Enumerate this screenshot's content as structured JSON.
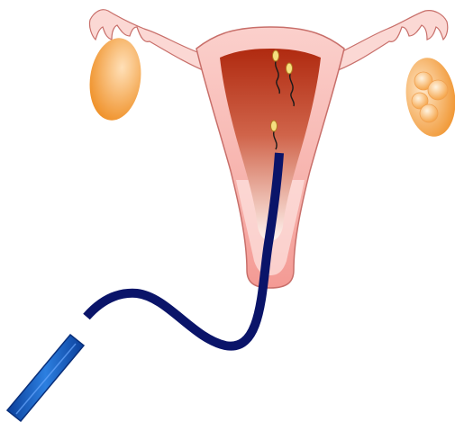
{
  "diagram": {
    "colors": {
      "background": "#ffffff",
      "uterus_outer": "#f7b3ad",
      "uterus_outline": "#c86f6a",
      "uterus_inner_light": "#fde6e3",
      "cavity_top": "#b02a10",
      "cavity_bottom": "#fff4f0",
      "ovary_light": "#ffe0b8",
      "ovary_dark": "#ee8a1c",
      "sperm_head": "#f5e080",
      "sperm_outline": "#b07a20",
      "catheter": "#0a1469",
      "syringe_light": "#2c7fe0",
      "syringe_dark": "#0b3f9a"
    },
    "parts": [
      {
        "name": "uterus",
        "kind": "organ"
      },
      {
        "name": "left-ovary",
        "kind": "organ"
      },
      {
        "name": "right-ovary",
        "kind": "organ",
        "follicles": 4
      },
      {
        "name": "left-fallopian-tube",
        "kind": "organ"
      },
      {
        "name": "right-fallopian-tube",
        "kind": "organ"
      },
      {
        "name": "sperm",
        "kind": "cell",
        "count": 3
      },
      {
        "name": "insemination-catheter",
        "kind": "instrument"
      },
      {
        "name": "syringe",
        "kind": "instrument"
      }
    ]
  }
}
